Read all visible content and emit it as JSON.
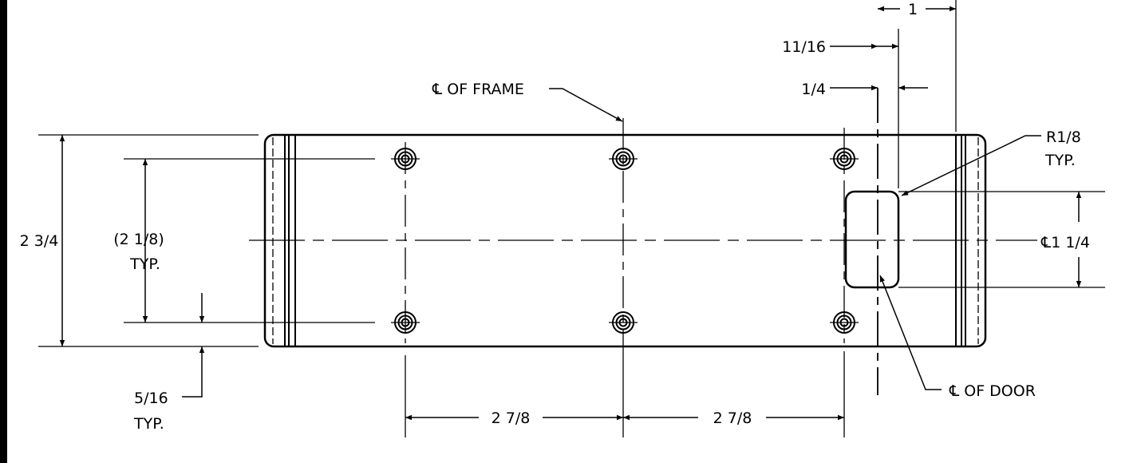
{
  "labels": {
    "cl_frame": "℄ OF FRAME",
    "dim_1": "1",
    "dim_11_16": "11/16",
    "dim_1_4": "1/4",
    "r_1_8": "R1/8",
    "r_typ": "TYP.",
    "dim_2_3_4": "2 3/4",
    "dim_2_1_8": "(2 1/8)",
    "dim_2_1_8_typ": "TYP.",
    "cl_1_1_4": "℄1 1/4",
    "dim_5_16": "5/16",
    "dim_5_16_typ": "TYP.",
    "dim_2_7_8_left": "2 7/8",
    "dim_2_7_8_right": "2 7/8",
    "cl_door": "℄ OF DOOR"
  }
}
